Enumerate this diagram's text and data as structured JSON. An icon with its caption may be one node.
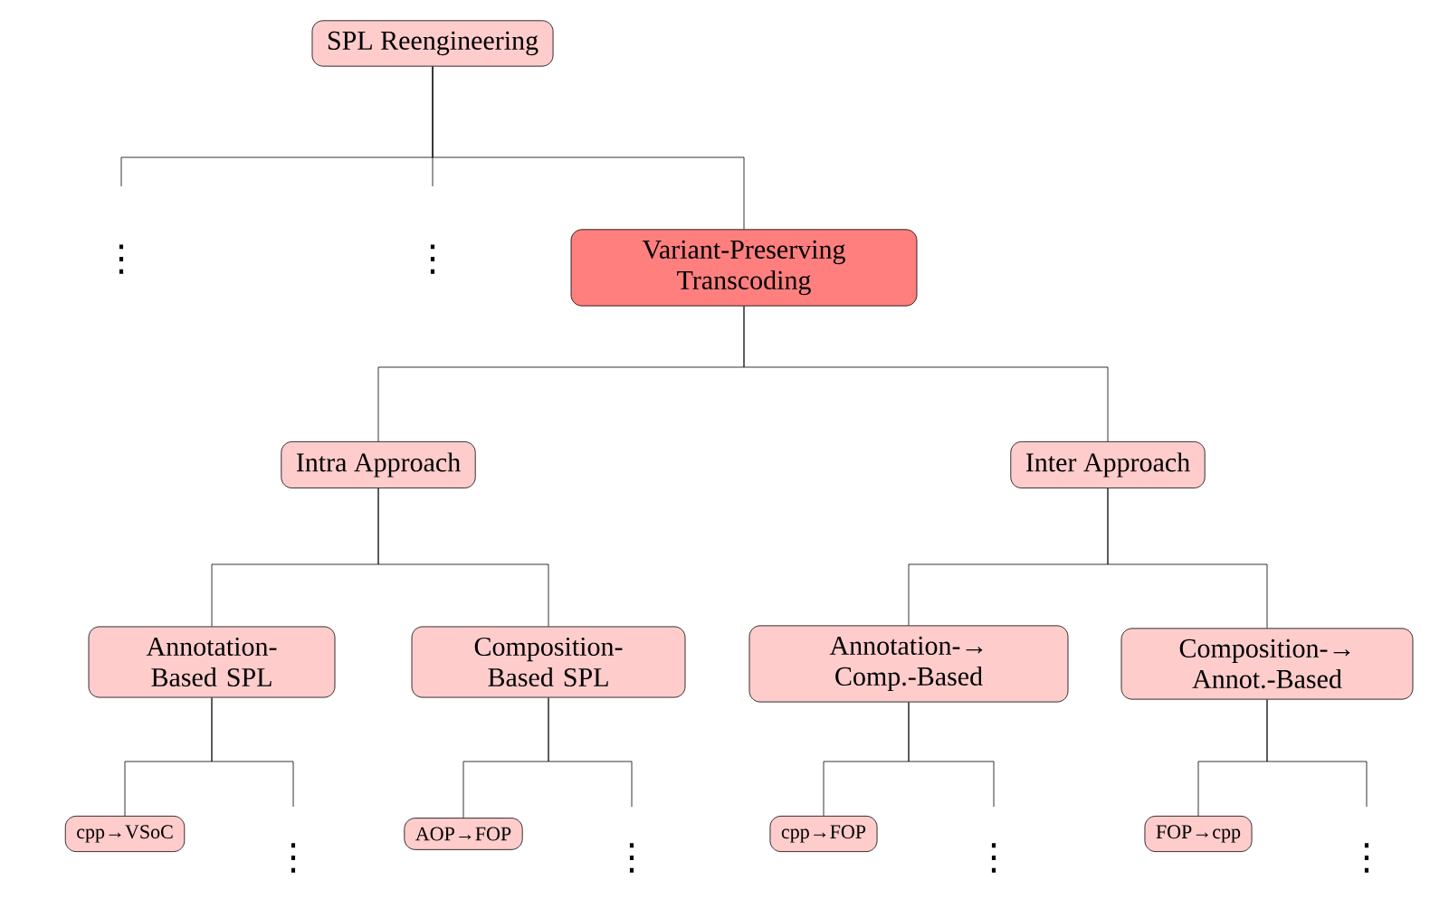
{
  "diagram": {
    "nodes": [
      {
        "text": [
          "SPL Reengineering"
        ]
      },
      {
        "text": [
          "⋮"
        ]
      },
      {
        "text": [
          "⋮"
        ]
      },
      {
        "text": [
          "Variant-Preserving Transcoding"
        ]
      },
      {
        "text": [
          "Intra Approach"
        ]
      },
      {
        "text": [
          "Inter Approach"
        ]
      },
      {
        "text": [
          "Annotation- Based SPL"
        ]
      },
      {
        "text": [
          "Composition- Based SPL"
        ]
      },
      {
        "text": [
          "Annotation-→ Comp.-Based"
        ]
      },
      {
        "text": [
          "Composition-→ Annot.-Based"
        ]
      },
      {
        "text": [
          "cpp→VSoC"
        ]
      },
      {
        "text": [
          "⋮"
        ]
      },
      {
        "text": [
          "AOP→FOP"
        ]
      },
      {
        "text": [
          "⋮"
        ]
      },
      {
        "text": [
          "cpp→FOP"
        ]
      },
      {
        "text": [
          "⋮"
        ]
      },
      {
        "text": [
          "FOP→cpp"
        ]
      },
      {
        "text": [
          "⋮"
        ]
      }
    ],
    "edges": [
      {
        "from": 0,
        "to": 1,
        "arrow": "none"
      },
      {
        "from": 0,
        "to": 2,
        "arrow": "none"
      },
      {
        "from": 0,
        "to": 3,
        "arrow": "none"
      },
      {
        "from": 3,
        "to": 4,
        "arrow": "none"
      },
      {
        "from": 3,
        "to": 5,
        "arrow": "none"
      },
      {
        "from": 4,
        "to": 6,
        "arrow": "none"
      },
      {
        "from": 4,
        "to": 7,
        "arrow": "none"
      },
      {
        "from": 5,
        "to": 8,
        "arrow": "none"
      },
      {
        "from": 5,
        "to": 9,
        "arrow": "none"
      },
      {
        "from": 6,
        "to": 10,
        "arrow": "none"
      },
      {
        "from": 6,
        "to": 11,
        "arrow": "none"
      },
      {
        "from": 7,
        "to": 12,
        "arrow": "none"
      },
      {
        "from": 7,
        "to": 13,
        "arrow": "none"
      },
      {
        "from": 8,
        "to": 14,
        "arrow": "none"
      },
      {
        "from": 8,
        "to": 15,
        "arrow": "none"
      },
      {
        "from": 9,
        "to": 16,
        "arrow": "none"
      },
      {
        "from": 9,
        "to": 17,
        "arrow": "none"
      }
    ]
  }
}
